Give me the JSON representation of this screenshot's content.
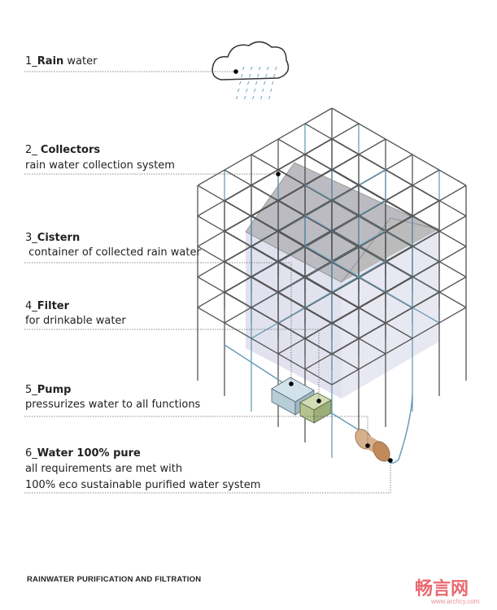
{
  "steps": [
    {
      "num": "1_",
      "title": "Rain",
      "rest": " water",
      "desc": []
    },
    {
      "num": "2_ ",
      "title": "Collectors",
      "rest": "",
      "desc": [
        "rain water collection system"
      ]
    },
    {
      "num": "3_",
      "title": "Cistern",
      "rest": "",
      "desc": [
        " container of collected rain water"
      ]
    },
    {
      "num": "4_",
      "title": "Filter",
      "rest": "",
      "desc": [
        "for drinkable water"
      ]
    },
    {
      "num": "5_",
      "title": "Pump",
      "rest": "",
      "desc": [
        "pressurizes water to all functions"
      ]
    },
    {
      "num": "6_",
      "title": "Water 100% pure",
      "rest": "",
      "desc": [
        "all requirements are met with",
        "100% eco sustainable purified water system"
      ]
    }
  ],
  "caption": "RAINWATER PURIFICATION AND FILTRATION",
  "watermark": {
    "text": "畅言网",
    "url": "www.archcy.com"
  },
  "colors": {
    "frame": "#555555",
    "pipe": "#6a9db5",
    "cistern": "#d8d8ea",
    "roof": "#8e8e98",
    "tank": "#b7cdd8",
    "filter": "#b5c48e",
    "pump": "#d7b08c"
  }
}
